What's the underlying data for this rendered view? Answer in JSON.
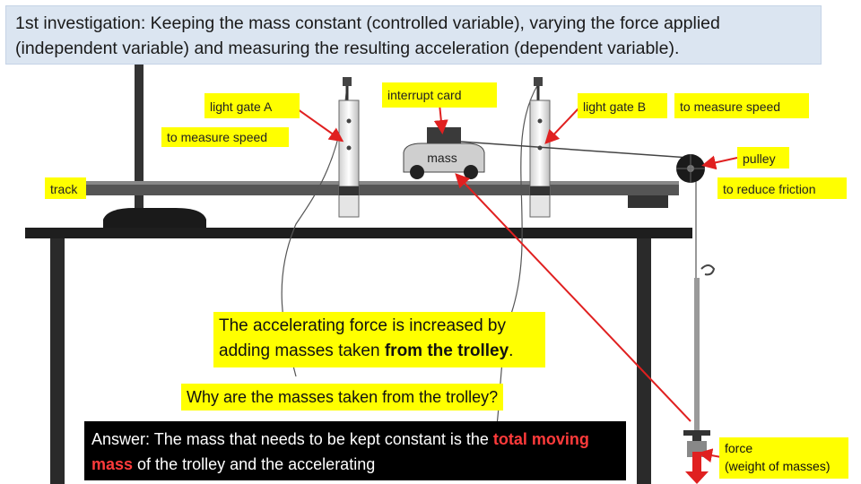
{
  "title": "1st investigation: Keeping the mass constant (controlled variable), varying the force applied (independent variable) and measuring the resulting acceleration (dependent variable).",
  "labels": {
    "light_gate_a": "light gate A",
    "interrupt_card": "interrupt card",
    "light_gate_b": "light gate B",
    "to_measure_speed_right": "to measure speed",
    "to_measure_speed_left": "to measure speed",
    "mass": "mass",
    "pulley": "pulley",
    "track": "track",
    "to_reduce_friction": "to reduce friction",
    "force_line1": "force",
    "force_line2": "(weight of masses)"
  },
  "info_box": {
    "text_before": "The accelerating force is increased by adding masses taken ",
    "text_bold": "from the trolley",
    "text_after": "."
  },
  "question": "Why are the masses taken from the trolley?",
  "answer": {
    "text_before": "Answer: The mass that needs to be kept constant is the ",
    "text_highlight": "total moving mass",
    "text_after": " of the trolley and the accelerating"
  },
  "colors": {
    "highlight": "#ffff00",
    "title_bg": "#dbe5f1",
    "arrow": "#e02020",
    "answer_bg": "#000000"
  }
}
